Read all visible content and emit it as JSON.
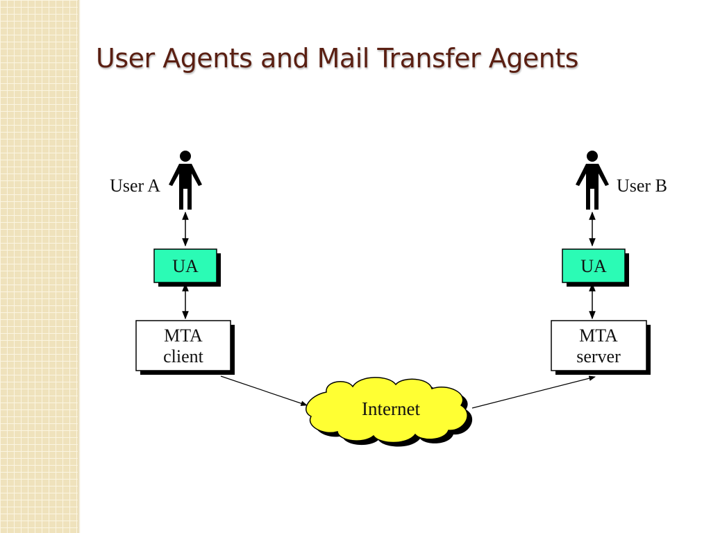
{
  "slide": {
    "title": "User Agents and Mail Transfer Agents"
  },
  "diagram": {
    "user_a_label": "User A",
    "user_b_label": "User B",
    "ua_left_label": "UA",
    "ua_right_label": "UA",
    "mta_client": {
      "line1": "MTA",
      "line2": "client"
    },
    "mta_server": {
      "line1": "MTA",
      "line2": "server"
    },
    "internet_label": "Internet",
    "colors": {
      "ua_box": "#2bfbb5",
      "cloud": "#ffff33",
      "title": "#5a1f12",
      "side_strip": "#efe2bc"
    },
    "icons": [
      "person-icon",
      "person-icon",
      "cloud-icon"
    ]
  }
}
